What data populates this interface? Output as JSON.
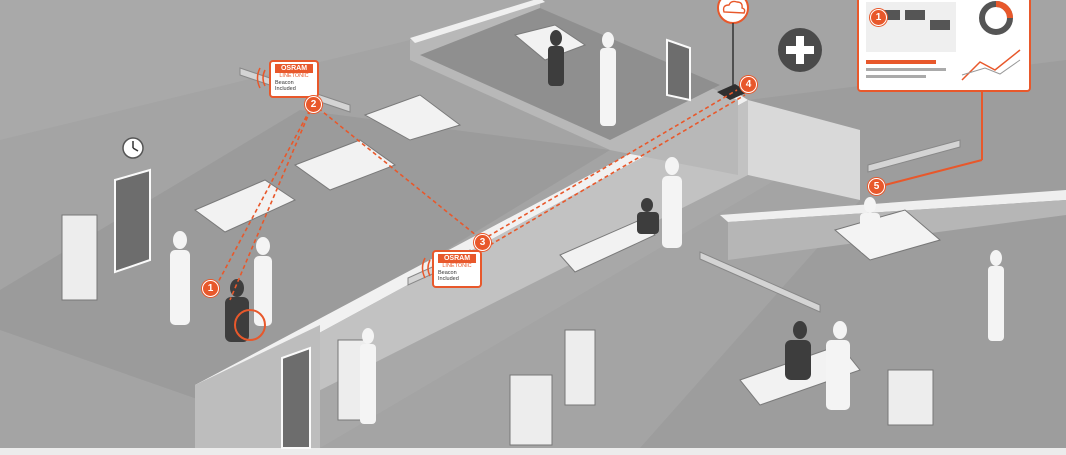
{
  "beacon_tags": [
    {
      "brand": "OSRAM",
      "product": "LINETONIC",
      "note_line1": "Beacon",
      "note_line2": "Included"
    },
    {
      "brand": "OSRAM",
      "product": "LINETONIC",
      "note_line1": "Beacon",
      "note_line2": "Included"
    }
  ],
  "markers": [
    "1",
    "2",
    "3",
    "4",
    "5",
    "1"
  ],
  "colors": {
    "accent": "#e8582b",
    "floor": "#9a9a9a",
    "wall": "#b5b5b5",
    "white": "#ffffff"
  },
  "icons": [
    "cloud-icon",
    "router-icon",
    "medical-cross-icon",
    "wall-clock-icon",
    "dashboard-panel-icon"
  ]
}
